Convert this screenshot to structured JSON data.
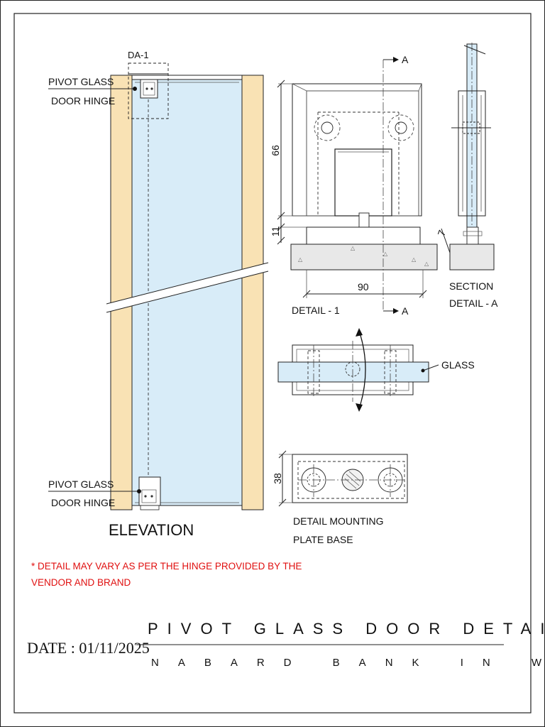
{
  "callouts": {
    "da1": "DA-1",
    "hinge_top_line1": "PIVOT GLASS",
    "hinge_top_line2": "DOOR HINGE",
    "hinge_bottom_line1": "PIVOT GLASS",
    "hinge_bottom_line2": "DOOR HINGE",
    "section_mark_top": "A",
    "section_mark_bottom": "A",
    "glass": "GLASS"
  },
  "view_labels": {
    "elevation": "ELEVATION",
    "detail_1": "DETAIL - 1",
    "section_line1": "SECTION",
    "section_line2": "DETAIL - A",
    "mounting_line1": "DETAIL MOUNTING",
    "mounting_line2": "PLATE BASE"
  },
  "dimensions": {
    "height_66": "66",
    "height_11": "11",
    "width_90": "90",
    "section_7": "7",
    "base_38": "38"
  },
  "note": {
    "line1": "* DETAIL MAY VARY AS PER THE HINGE PROVIDED BY THE",
    "line2": "VENDOR AND BRAND"
  },
  "title_block": {
    "date": "DATE : 01/11/2025",
    "title": "PIVOT GLASS DOOR DETAIL",
    "subtitle": "NABARD BANK IN WORLI"
  },
  "colors": {
    "frame": "#f9e2b4",
    "glass": "#d8ecf8",
    "note": "#e01010",
    "ink": "#222222"
  }
}
